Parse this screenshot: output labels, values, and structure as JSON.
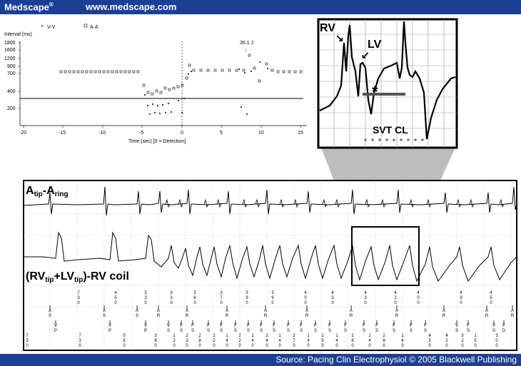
{
  "header": {
    "brand": "Medscape",
    "brand_mark": "®",
    "url": "www.medscape.com"
  },
  "footer": {
    "source": "Source: Pacing Clin Electrophysiol © 2005 Blackwell Publishing"
  },
  "interval_plot": {
    "legend_vv": "V-V",
    "legend_aa": "A-A",
    "ylabel": "Interval (ms)",
    "yticks": [
      "1800",
      "1600",
      "1200",
      "900",
      "700",
      "400",
      "200"
    ],
    "xticks": [
      "-20",
      "-15",
      "-10",
      "-5",
      "0",
      "5",
      "10",
      "15"
    ],
    "xlabel": "Time (sec)   [0 = Detection]",
    "shock_label": "35.1 J"
  },
  "zoom": {
    "rv": "RV",
    "lv": "LV",
    "asterisk": "*",
    "svt": "SVT CL"
  },
  "egm": {
    "atrial_channel": {
      "main": "A",
      "sub1": "tip",
      "mid": "-A",
      "sub2": "ring"
    },
    "ventricular_channel": {
      "p1": "(RV",
      "s1": "tip",
      "p2": "+LV",
      "s2": "tip",
      "p3": ")-RV coil"
    }
  },
  "markers": {
    "interval_numbers": [
      {
        "x": 110,
        "v": "730"
      },
      {
        "x": 162,
        "v": "450"
      },
      {
        "x": 204,
        "v": "330"
      },
      {
        "x": 240,
        "v": "330"
      },
      {
        "x": 273,
        "v": "360"
      },
      {
        "x": 310,
        "v": "370"
      },
      {
        "x": 346,
        "v": "390"
      },
      {
        "x": 382,
        "v": "390"
      },
      {
        "x": 428,
        "v": "400"
      },
      {
        "x": 466,
        "v": "430"
      },
      {
        "x": 512,
        "v": "430"
      },
      {
        "x": 554,
        "v": "420"
      },
      {
        "x": 586,
        "v": "400"
      },
      {
        "x": 646,
        "v": "490"
      },
      {
        "x": 688,
        "v": "450"
      }
    ],
    "atrial_marks": [
      {
        "x": 70,
        "v": "AS"
      },
      {
        "x": 146,
        "v": "AS"
      },
      {
        "x": 192,
        "v": "AS"
      },
      {
        "x": 222,
        "v": "AR"
      },
      {
        "x": 262,
        "v": "AR"
      },
      {
        "x": 318,
        "v": "AR"
      },
      {
        "x": 372,
        "v": "AR"
      },
      {
        "x": 430,
        "v": "AR"
      },
      {
        "x": 492,
        "v": "AR"
      },
      {
        "x": 556,
        "v": "AR"
      },
      {
        "x": 622,
        "v": "AR"
      },
      {
        "x": 682,
        "v": "AR"
      },
      {
        "x": 718,
        "v": "AR"
      }
    ],
    "ventricular_marks": [
      {
        "x": 78,
        "v": "VP"
      },
      {
        "x": 154,
        "v": "VP"
      },
      {
        "x": 204,
        "v": "VP"
      },
      {
        "x": 236,
        "v": "VS"
      },
      {
        "x": 254,
        "v": "FS"
      },
      {
        "x": 270,
        "v": "FS"
      },
      {
        "x": 292,
        "v": "FS"
      },
      {
        "x": 310,
        "v": "FS"
      },
      {
        "x": 330,
        "v": "FS"
      },
      {
        "x": 348,
        "v": "FS"
      },
      {
        "x": 366,
        "v": "FS"
      },
      {
        "x": 384,
        "v": "FS"
      },
      {
        "x": 404,
        "v": "FS"
      },
      {
        "x": 422,
        "v": "FS"
      },
      {
        "x": 442,
        "v": "FS"
      },
      {
        "x": 462,
        "v": "FS"
      },
      {
        "x": 484,
        "v": "FS"
      },
      {
        "x": 510,
        "v": "FS"
      },
      {
        "x": 528,
        "v": "FS"
      },
      {
        "x": 552,
        "v": "FS"
      },
      {
        "x": 576,
        "v": "FS"
      },
      {
        "x": 596,
        "v": "FS"
      },
      {
        "x": 640,
        "v": "VS"
      },
      {
        "x": 656,
        "v": "FS"
      },
      {
        "x": 692,
        "v": "VS"
      },
      {
        "x": 706,
        "v": "FD"
      }
    ],
    "bottom_numbers": [
      {
        "x": 38,
        "v": "730"
      },
      {
        "x": 112,
        "v": "730"
      },
      {
        "x": 174,
        "v": "560"
      },
      {
        "x": 218,
        "v": "380"
      },
      {
        "x": 244,
        "v": "120"
      },
      {
        "x": 262,
        "v": "230"
      },
      {
        "x": 280,
        "v": "280"
      },
      {
        "x": 300,
        "v": "220"
      },
      {
        "x": 318,
        "v": "140"
      },
      {
        "x": 336,
        "v": "220"
      },
      {
        "x": 354,
        "v": "140"
      },
      {
        "x": 374,
        "v": "240"
      },
      {
        "x": 392,
        "v": "140"
      },
      {
        "x": 412,
        "v": "270"
      },
      {
        "x": 432,
        "v": "140"
      },
      {
        "x": 452,
        "v": "250"
      },
      {
        "x": 472,
        "v": "140"
      },
      {
        "x": 494,
        "v": "280"
      },
      {
        "x": 518,
        "v": "140"
      },
      {
        "x": 538,
        "v": "280"
      },
      {
        "x": 564,
        "v": "140"
      },
      {
        "x": 602,
        "v": "430"
      },
      {
        "x": 626,
        "v": "420"
      },
      {
        "x": 648,
        "v": "320"
      },
      {
        "x": 666,
        "v": "150"
      },
      {
        "x": 696,
        "v": "300"
      }
    ]
  }
}
